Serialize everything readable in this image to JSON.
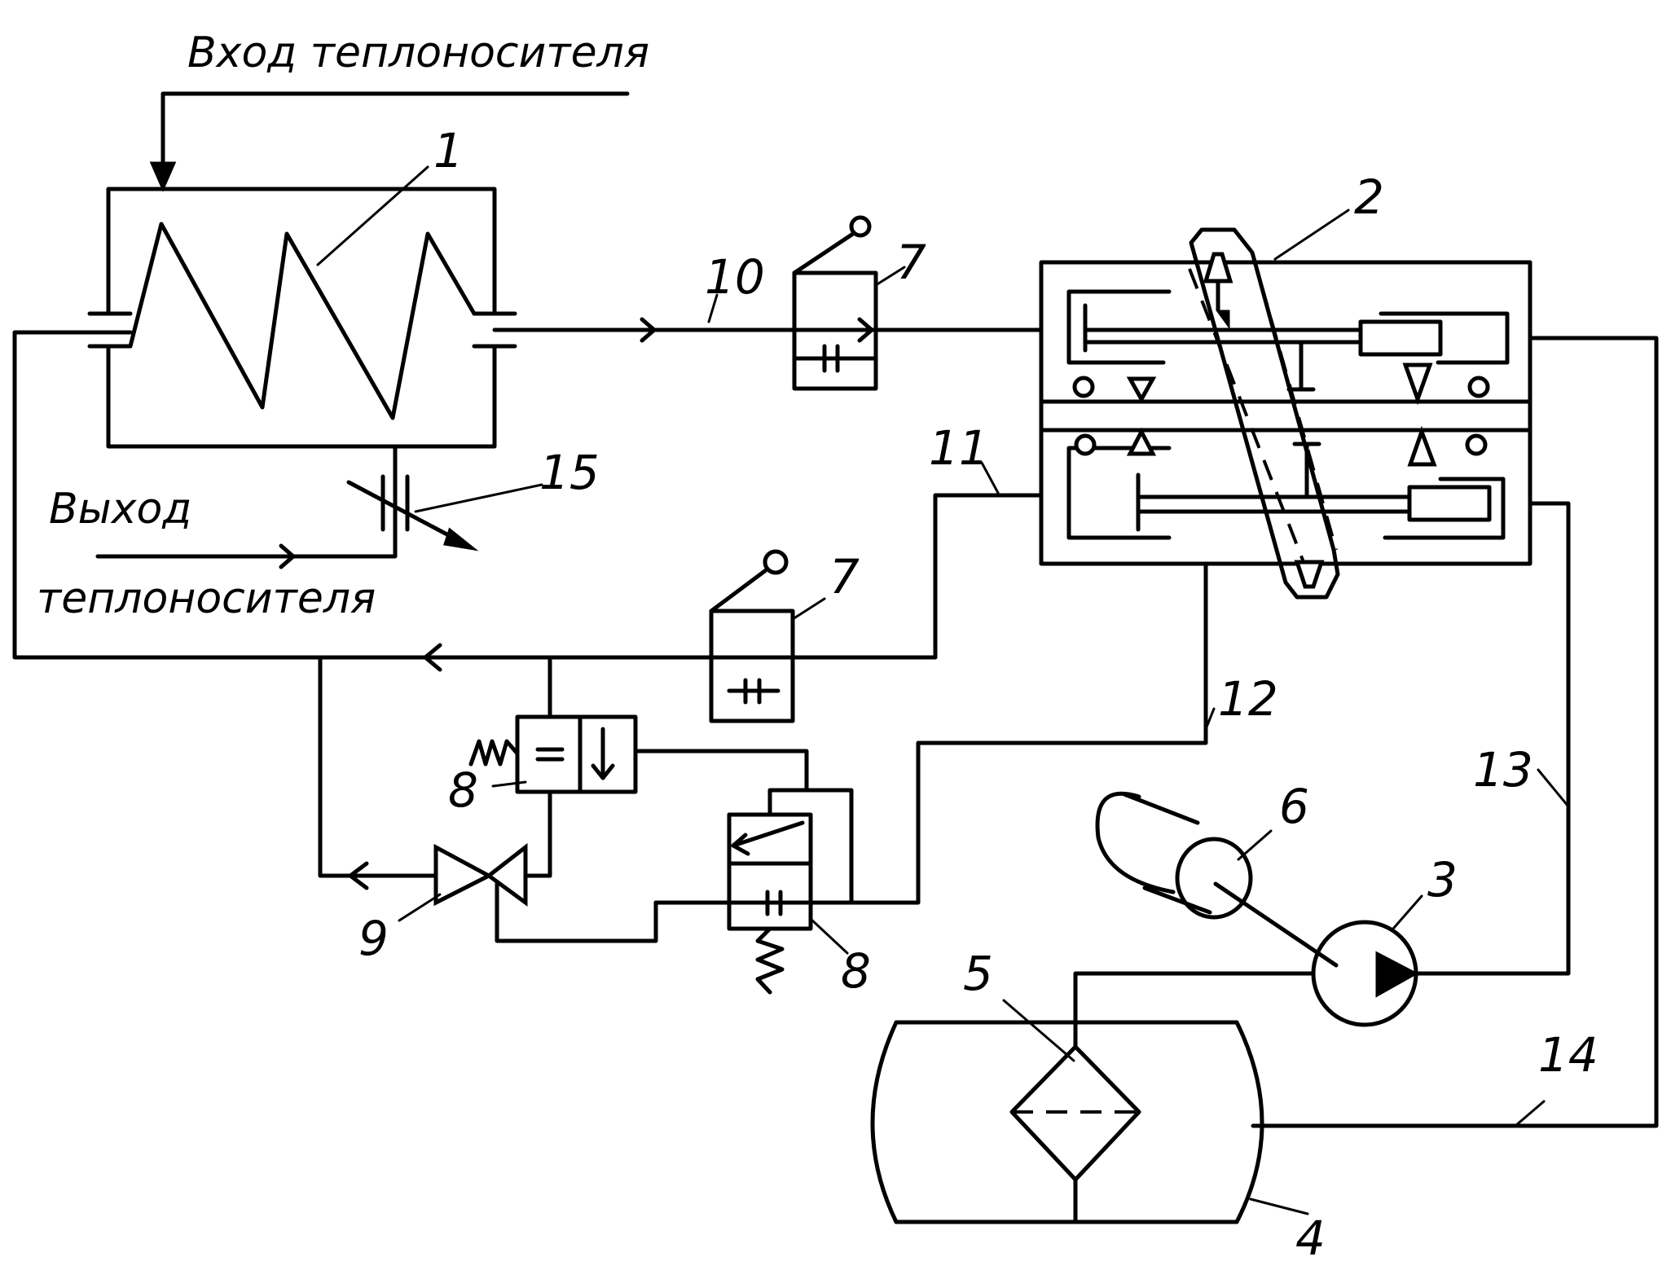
{
  "labels": {
    "inlet": "Вход теплоносителя",
    "outlet_1": "Выход",
    "outlet_2": "теплоносителя"
  },
  "callouts": {
    "n1": "1",
    "n2": "2",
    "n3": "3",
    "n4": "4",
    "n5": "5",
    "n6": "6",
    "n7a": "7",
    "n7b": "7",
    "n8a": "8",
    "n8b": "8",
    "n9": "9",
    "n10": "10",
    "n11": "11",
    "n12": "12",
    "n13": "13",
    "n14": "14",
    "n15": "15"
  }
}
